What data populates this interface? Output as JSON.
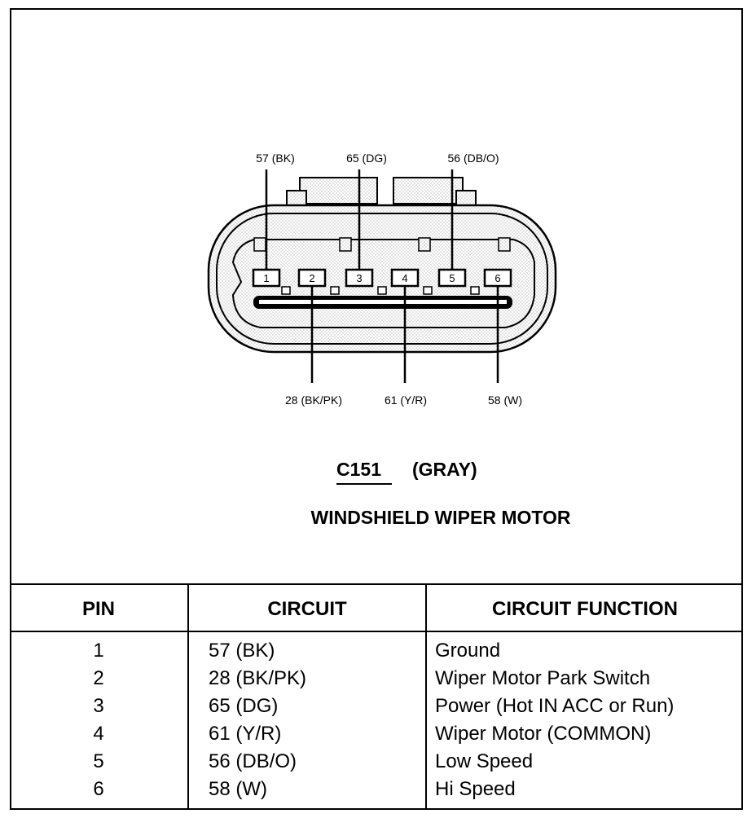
{
  "connector": {
    "id": "C151",
    "color_label": "(GRAY)",
    "name": "WINDSHIELD WIPER MOTOR",
    "pin_numbers": [
      "1",
      "2",
      "3",
      "4",
      "5",
      "6"
    ],
    "top_labels": [
      "57 (BK)",
      "65 (DG)",
      "56 (DB/O)"
    ],
    "bottom_labels": [
      "28 (BK/PK)",
      "61 (Y/R)",
      "58 (W)"
    ]
  },
  "table": {
    "headers": {
      "pin": "PIN",
      "circuit": "CIRCUIT",
      "function": "CIRCUIT FUNCTION"
    },
    "rows": [
      {
        "pin": "1",
        "circuit": "57 (BK)",
        "function": "Ground"
      },
      {
        "pin": "2",
        "circuit": "28 (BK/PK)",
        "function": "Wiper Motor Park Switch"
      },
      {
        "pin": "3",
        "circuit": "65 (DG)",
        "function": "Power (Hot IN ACC or Run)"
      },
      {
        "pin": "4",
        "circuit": "61 (Y/R)",
        "function": "Wiper Motor (COMMON)"
      },
      {
        "pin": "5",
        "circuit": "56 (DB/O)",
        "function": "Low Speed"
      },
      {
        "pin": "6",
        "circuit": "58 (W)",
        "function": "Hi Speed"
      }
    ]
  }
}
